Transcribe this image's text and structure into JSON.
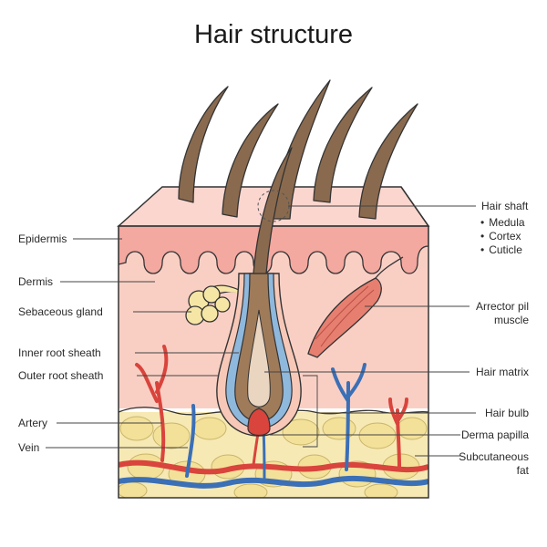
{
  "title": "Hair structure",
  "labels": {
    "epidermis": "Epidermis",
    "dermis": "Dermis",
    "sebaceous_gland": "Sebaceous gland",
    "inner_root_sheath": "Inner root sheath",
    "outer_root_sheath": "Outer root sheath",
    "artery": "Artery",
    "vein": "Vein",
    "hair_shaft": "Hair shaft",
    "arrector_pili_line1": "Arrector pil",
    "arrector_pili_line2": "muscle",
    "hair_matrix": "Hair matrix",
    "hair_bulb": "Hair bulb",
    "derma_papilla": "Derma papilla",
    "subcutaneous_line1": "Subcutaneous",
    "subcutaneous_line2": "fat"
  },
  "hair_shaft_parts": [
    "Medula",
    "Cortex",
    "Cuticle"
  ],
  "colors": {
    "epidermis": "#f3a8a0",
    "dermis": "#f9cfc4",
    "fat": "#f5e6a6",
    "hair": "#8a6a4e",
    "artery": "#d9443c",
    "vein": "#3b6fb6",
    "inner_sheath": "#8fb8dd",
    "muscle": "#e77f70"
  }
}
